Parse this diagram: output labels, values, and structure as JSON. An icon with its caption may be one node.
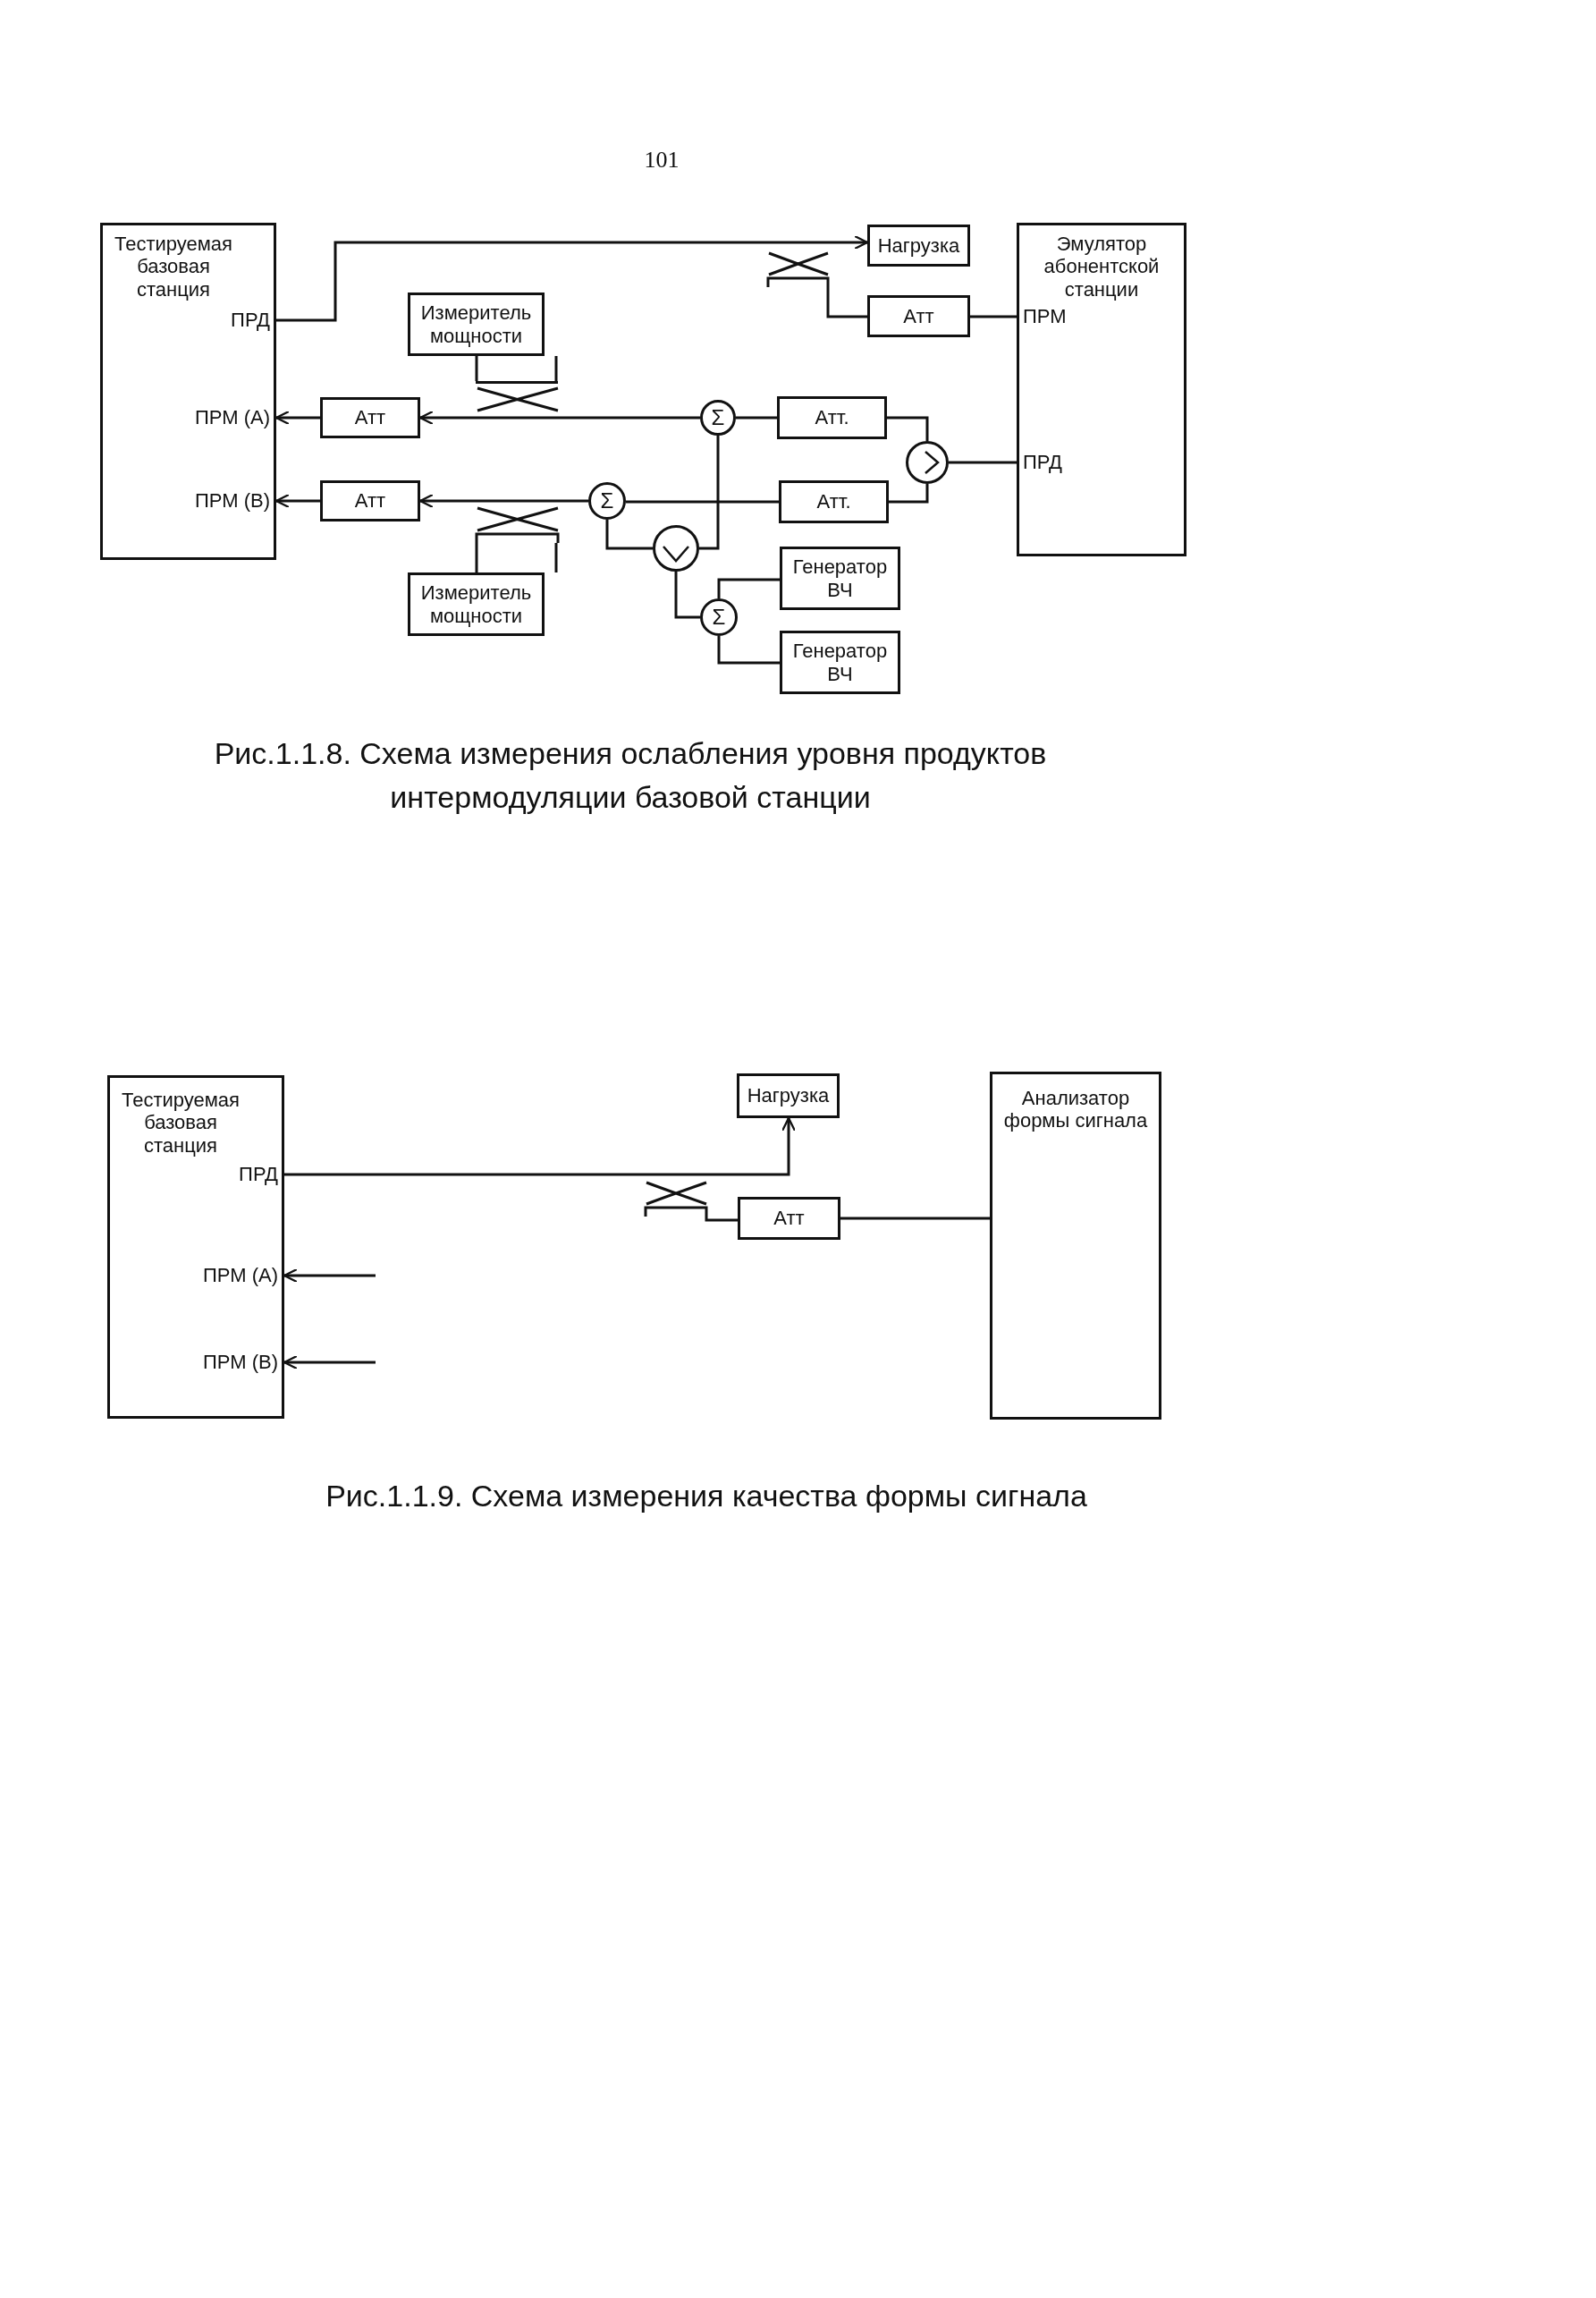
{
  "diagram": {
    "nodes": [
      {
        "text": [
          "Тестируемая базовая станция",
          "ПРД",
          "ПРМ (А)",
          "ПРМ (В)"
        ]
      },
      {
        "text": [
          "Нагрузка"
        ]
      },
      {
        "text": [
          "Эмулятор абонентской станции",
          "ПРМ",
          "ПРД"
        ]
      },
      {
        "text": [],
        "shape": "cross"
      },
      {
        "text": [
          "Атт"
        ]
      },
      {
        "text": [
          "Измеритель мощности"
        ]
      },
      {
        "text": [],
        "shape": "cross"
      },
      {
        "text": [
          "Атт"
        ]
      },
      {
        "text": [
          "Σ"
        ]
      },
      {
        "text": [
          "Атт."
        ]
      },
      {
        "text": [],
        "shape": "circle"
      },
      {
        "text": [
          "Атт"
        ]
      },
      {
        "text": [
          "Σ"
        ]
      },
      {
        "text": [
          "Атт."
        ]
      },
      {
        "text": [],
        "shape": "cross"
      },
      {
        "text": [],
        "shape": "circle"
      },
      {
        "text": [
          "Генератор ВЧ"
        ]
      },
      {
        "text": [
          "Σ"
        ]
      },
      {
        "text": [
          "Измеритель мощности"
        ]
      },
      {
        "text": [
          "Генератор ВЧ"
        ]
      },
      {
        "text": [
          "Тестируемая базовая станция",
          "ПРД",
          "ПРМ (А)",
          "ПРМ (В)"
        ]
      },
      {
        "text": [
          "Нагрузка"
        ]
      },
      {
        "text": [
          "Анализатор формы сигнала"
        ]
      },
      {
        "text": [],
        "shape": "cross"
      },
      {
        "text": [
          "Атт"
        ]
      }
    ],
    "edges": [
      {
        "from": 0,
        "to": 1,
        "arrow": "to"
      },
      {
        "from": 4,
        "to": 2,
        "arrow": "none"
      },
      {
        "from": 3,
        "to": 4,
        "arrow": "none"
      },
      {
        "from": 5,
        "to": 6,
        "arrow": "none"
      },
      {
        "from": 8,
        "to": 7,
        "arrow": "to"
      },
      {
        "from": 7,
        "to": 0,
        "arrow": "to"
      },
      {
        "from": 8,
        "to": 9,
        "arrow": "none"
      },
      {
        "from": 9,
        "to": 10,
        "arrow": "none"
      },
      {
        "from": 10,
        "to": 2,
        "arrow": "none"
      },
      {
        "from": 10,
        "to": 13,
        "arrow": "none"
      },
      {
        "from": 13,
        "to": 12,
        "arrow": "none"
      },
      {
        "from": 12,
        "to": 11,
        "arrow": "to"
      },
      {
        "from": 11,
        "to": 0,
        "arrow": "to"
      },
      {
        "from": 18,
        "to": 14,
        "arrow": "none"
      },
      {
        "from": 12,
        "to": 15,
        "arrow": "none"
      },
      {
        "from": 15,
        "to": 8,
        "arrow": "none"
      },
      {
        "from": 15,
        "to": 17,
        "arrow": "none"
      },
      {
        "from": 17,
        "to": 16,
        "arrow": "none"
      },
      {
        "from": 17,
        "to": 19,
        "arrow": "none"
      },
      {
        "from": 20,
        "to": 21,
        "arrow": "to"
      },
      {
        "from": 23,
        "to": 24,
        "arrow": "none"
      },
      {
        "from": 24,
        "to": 22,
        "arrow": "none"
      },
      {
        "from": null,
        "to": 20,
        "arrow": "to"
      },
      {
        "from": null,
        "to": 20,
        "arrow": "to"
      }
    ],
    "labels": [
      "101",
      "Рис.1.1.8. Схема измерения ослабления уровня продуктов интермодуляции базовой станции",
      "Рис.1.1.9. Схема измерения качества формы сигнала"
    ]
  }
}
